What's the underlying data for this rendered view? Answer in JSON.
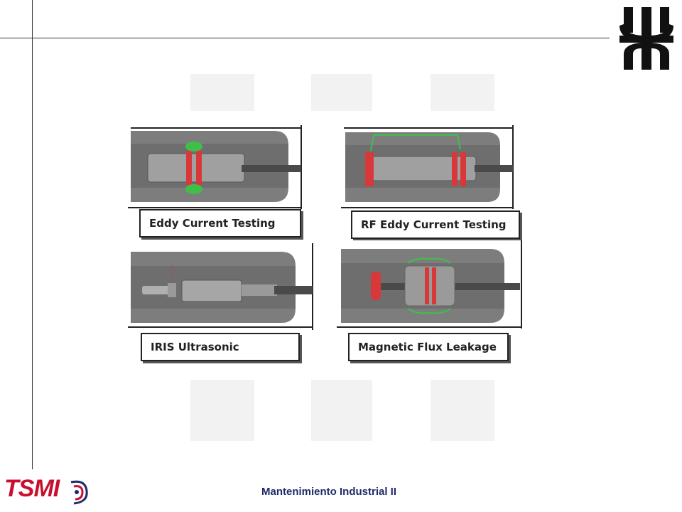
{
  "diagrams": [
    {
      "label": "Eddy Current Testing"
    },
    {
      "label": "RF Eddy Current Testing"
    },
    {
      "label": "IRIS Ultrasonic"
    },
    {
      "label": "Magnetic Flux Leakage"
    }
  ],
  "footer": {
    "brand": "TSMI",
    "title": "Mantenimiento Industrial II"
  },
  "colors": {
    "tube_gray": "#8c8c8c",
    "coil_red": "#d9383a",
    "field_green": "#3fbf4a",
    "footer_blue": "#1f2a6b",
    "brand_red": "#c8102e"
  },
  "icons": [
    "utn-logo-icon",
    "tsmi-logo-icon",
    "tsmi-emblem-icon"
  ]
}
